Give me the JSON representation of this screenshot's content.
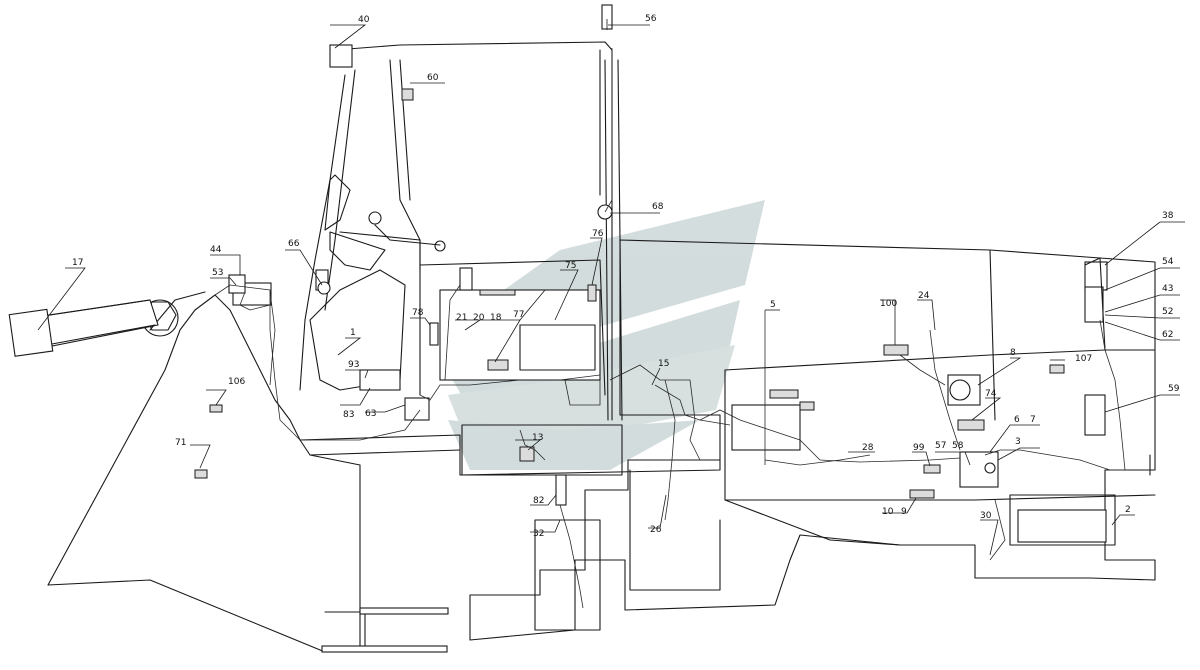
{
  "colors": {
    "line": "#1a1a1a",
    "watermark": "#8fa5a5",
    "background": "#ffffff"
  },
  "callouts": [
    {
      "id": "c1",
      "text": "1"
    },
    {
      "id": "c2",
      "text": "2"
    },
    {
      "id": "c3",
      "text": "3"
    },
    {
      "id": "c5",
      "text": "5"
    },
    {
      "id": "c6",
      "text": "6"
    },
    {
      "id": "c7",
      "text": "7"
    },
    {
      "id": "c8",
      "text": "8"
    },
    {
      "id": "c9",
      "text": "9"
    },
    {
      "id": "c10",
      "text": "10"
    },
    {
      "id": "c13",
      "text": "13"
    },
    {
      "id": "c15",
      "text": "15"
    },
    {
      "id": "c17",
      "text": "17"
    },
    {
      "id": "c18",
      "text": "18"
    },
    {
      "id": "c20",
      "text": "20"
    },
    {
      "id": "c21",
      "text": "21"
    },
    {
      "id": "c24",
      "text": "24"
    },
    {
      "id": "c26",
      "text": "26"
    },
    {
      "id": "c28",
      "text": "28"
    },
    {
      "id": "c30",
      "text": "30"
    },
    {
      "id": "c32",
      "text": "32"
    },
    {
      "id": "c38",
      "text": "38"
    },
    {
      "id": "c40",
      "text": "40"
    },
    {
      "id": "c43",
      "text": "43"
    },
    {
      "id": "c44",
      "text": "44"
    },
    {
      "id": "c52",
      "text": "52"
    },
    {
      "id": "c53",
      "text": "53"
    },
    {
      "id": "c54",
      "text": "54"
    },
    {
      "id": "c56",
      "text": "56"
    },
    {
      "id": "c57",
      "text": "57"
    },
    {
      "id": "c58",
      "text": "58"
    },
    {
      "id": "c59",
      "text": "59"
    },
    {
      "id": "c60",
      "text": "60"
    },
    {
      "id": "c62",
      "text": "62"
    },
    {
      "id": "c63",
      "text": "63"
    },
    {
      "id": "c66",
      "text": "66"
    },
    {
      "id": "c68",
      "text": "68"
    },
    {
      "id": "c71",
      "text": "71"
    },
    {
      "id": "c74",
      "text": "74"
    },
    {
      "id": "c75",
      "text": "75"
    },
    {
      "id": "c76",
      "text": "76"
    },
    {
      "id": "c77",
      "text": "77"
    },
    {
      "id": "c78",
      "text": "78"
    },
    {
      "id": "c82",
      "text": "82"
    },
    {
      "id": "c83",
      "text": "83"
    },
    {
      "id": "c93",
      "text": "93"
    },
    {
      "id": "c99",
      "text": "99"
    },
    {
      "id": "c100",
      "text": "100"
    },
    {
      "id": "c106",
      "text": "106"
    },
    {
      "id": "c107",
      "text": "107"
    }
  ]
}
